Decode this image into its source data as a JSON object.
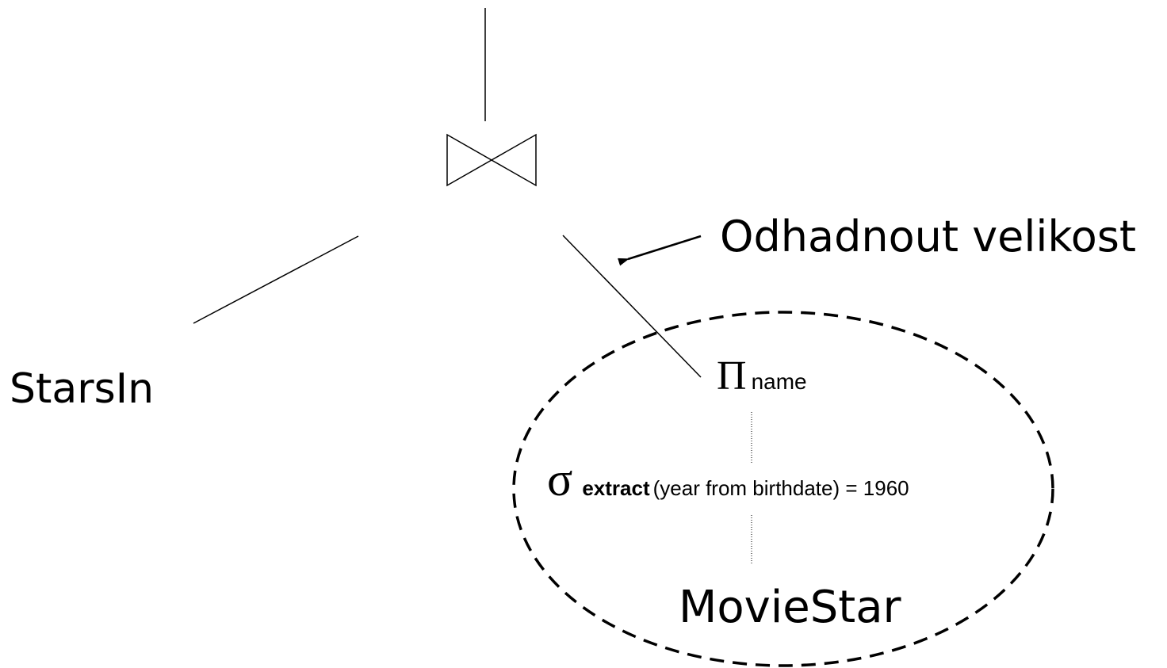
{
  "nodes": {
    "join_symbol": "⋈",
    "left_relation": "StarsIn",
    "projection": {
      "symbol": "Π",
      "attribute": "name"
    },
    "selection": {
      "symbol": "σ",
      "function": "extract",
      "condition": "(year from birthdate) = 1960"
    },
    "right_relation": "MovieStar"
  },
  "annotation": {
    "text": "Odhadnout velikost"
  },
  "colors": {
    "stroke": "#000000",
    "text": "#000000",
    "background": "#ffffff"
  },
  "icons": {
    "join": "bowtie-join-icon",
    "arrow": "arrow-left-icon"
  }
}
